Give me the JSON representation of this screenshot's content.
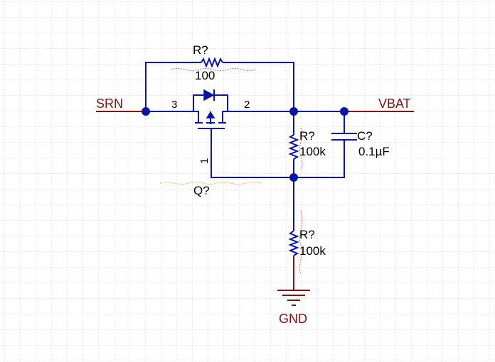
{
  "nets": {
    "srn": "SRN",
    "vbat": "VBAT",
    "gnd": "GND"
  },
  "r_top": {
    "designator": "R?",
    "value": "100"
  },
  "r_mid": {
    "designator": "R?",
    "value": "100k"
  },
  "r_bot": {
    "designator": "R?",
    "value": "100k"
  },
  "cap": {
    "designator": "C?",
    "value": "0.1µF"
  },
  "mosfet": {
    "designator": "Q?",
    "pin_source": "3",
    "pin_drain": "2",
    "pin_gate": "1"
  },
  "colors": {
    "wire": "#0a14a8",
    "net_label": "#8a1010",
    "grid": "#d8d8d8",
    "background": "#ffffff"
  }
}
